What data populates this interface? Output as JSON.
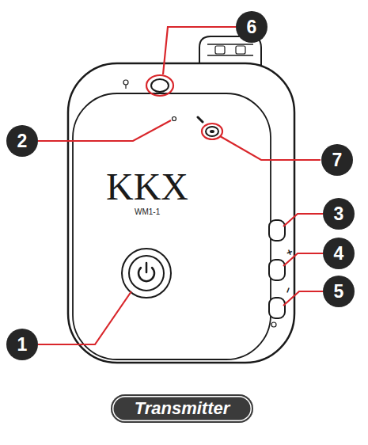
{
  "diagram": {
    "nodes": [
      {
        "text": [
          "6"
        ]
      },
      {
        "text": [
          "2"
        ]
      },
      {
        "text": [
          "7"
        ]
      },
      {
        "text": [
          "3"
        ]
      },
      {
        "text": [
          "4"
        ]
      },
      {
        "text": [
          "5"
        ]
      },
      {
        "text": [
          "1"
        ]
      },
      {
        "text": [
          "Transmitter"
        ]
      }
    ],
    "labels": [
      "KKX",
      "WM1-1",
      "+",
      "−"
    ]
  }
}
